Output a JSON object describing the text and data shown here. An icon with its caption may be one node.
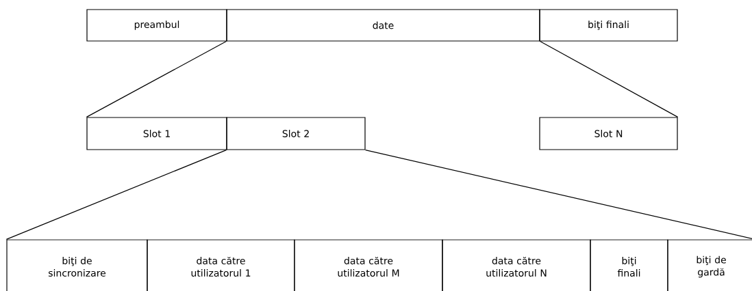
{
  "diagram": {
    "nodes": [
      {
        "text": [
          "preambul"
        ]
      },
      {
        "text": [
          "date"
        ]
      },
      {
        "text": [
          "biţi finali"
        ]
      },
      {
        "text": [
          "Slot 1"
        ]
      },
      {
        "text": [
          "Slot 2"
        ]
      },
      {
        "text": [
          "Slot N"
        ]
      },
      {
        "text": [
          "biţi de sincronizare"
        ]
      },
      {
        "text": [
          "data către utilizatorul 1"
        ]
      },
      {
        "text": [
          "data către utilizatorul M"
        ]
      },
      {
        "text": [
          "data către utilizatorul N"
        ]
      },
      {
        "text": [
          "biţi finali"
        ]
      },
      {
        "text": [
          "biţi de gardă"
        ]
      }
    ],
    "edges": [
      {
        "from": 1,
        "to": 3,
        "arrow": "none"
      },
      {
        "from": 1,
        "to": 5,
        "arrow": "none"
      },
      {
        "from": 4,
        "to": 6,
        "arrow": "none"
      },
      {
        "from": 4,
        "to": 11,
        "arrow": "none"
      }
    ]
  }
}
